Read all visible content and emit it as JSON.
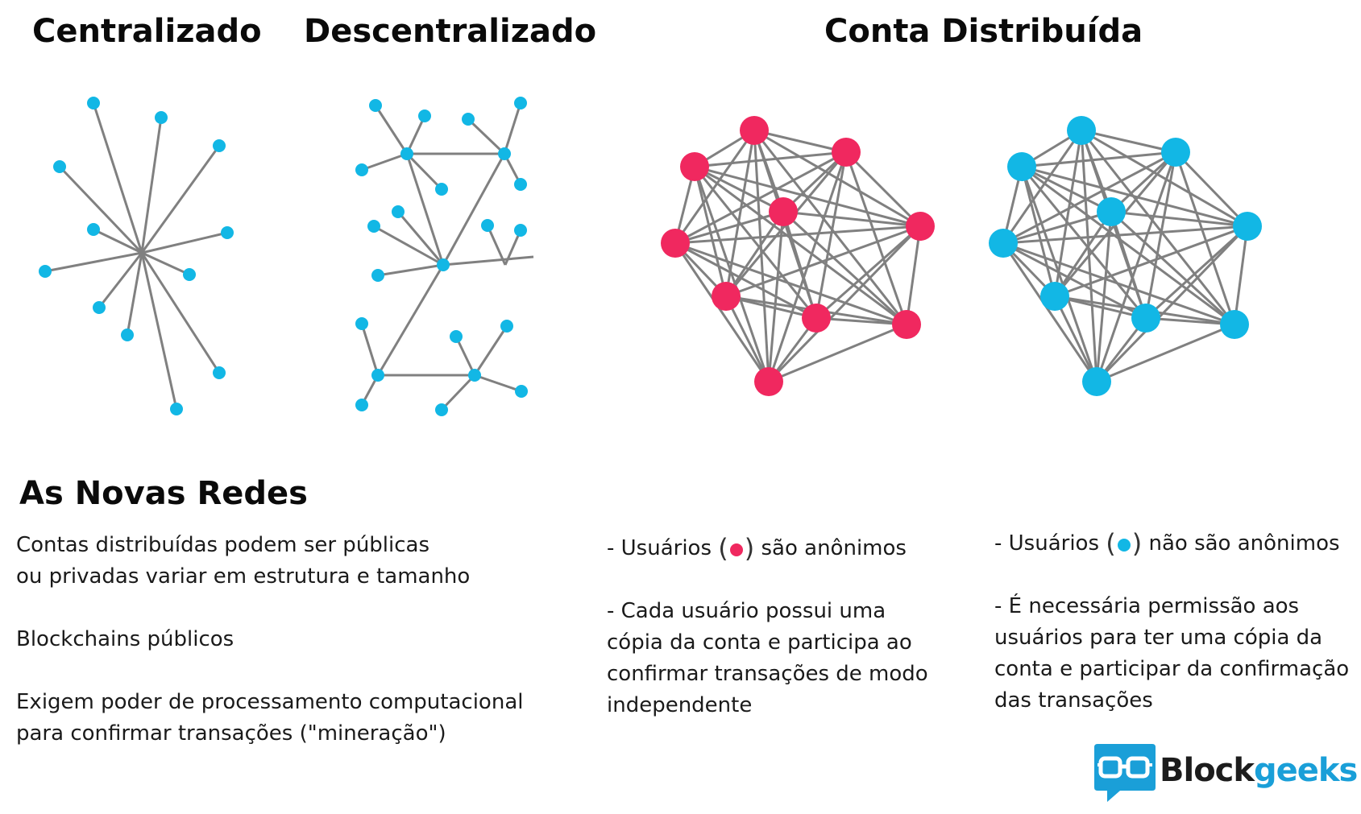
{
  "titles": {
    "centralized": "Centralizado",
    "decentralized": "Descentralizado",
    "distributed": "Conta Distribuída",
    "new_networks": "As Novas Redes"
  },
  "left_text": {
    "line1": "Contas distribuídas podem ser públicas",
    "line2": "ou privadas variar em estrutura e tamanho",
    "line3": "Blockchains públicos",
    "line4": "Exigem poder de processamento computacional",
    "line5": "para confirmar transações (\"mineração\")"
  },
  "public_text": {
    "bullet1_pre": "- Usuários",
    "bullet1_post": "são anônimos",
    "line2": "- Cada usuário possui uma",
    "line3": "cópia da conta e participa ao",
    "line4": "confirmar transações de modo",
    "line5": "independente"
  },
  "private_text": {
    "bullet1_pre": "- Usuários",
    "bullet1_post": "não são anônimos",
    "line2": "- É necessária permissão aos",
    "line3": "usuários para ter uma cópia da",
    "line4": "conta e participar da confirmação",
    "line5": "das transações"
  },
  "logo": {
    "name_part1": "Block",
    "name_part2": "geeks"
  },
  "colors": {
    "blue": "#12b7e5",
    "pink": "#f0285f",
    "edge": "#808080",
    "logo_dark": "#1c1c1c",
    "logo_blue": "#1a9fd8"
  }
}
